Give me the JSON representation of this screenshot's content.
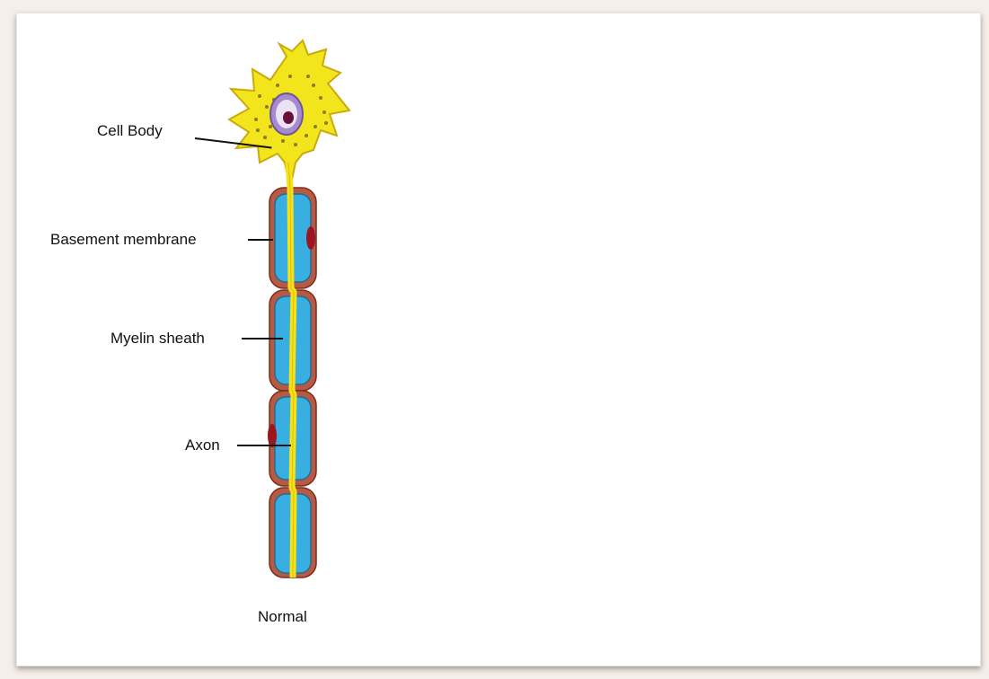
{
  "labels": {
    "cell_body": "Cell Body",
    "basement_membrane": "Basement membrane",
    "myelin_sheath": "Myelin sheath",
    "axon": "Axon",
    "caption": "Normal"
  },
  "colors": {
    "cell_body": "#f2e51b",
    "cell_body_stroke": "#c9ab0c",
    "nucleus": "#a78bd0",
    "nucleolus": "#6a0f3a",
    "basement_membrane": "#b85a43",
    "myelin": "#39aee0",
    "axon": "#f5e21a",
    "schwann_nucleus": "#9c1620"
  }
}
